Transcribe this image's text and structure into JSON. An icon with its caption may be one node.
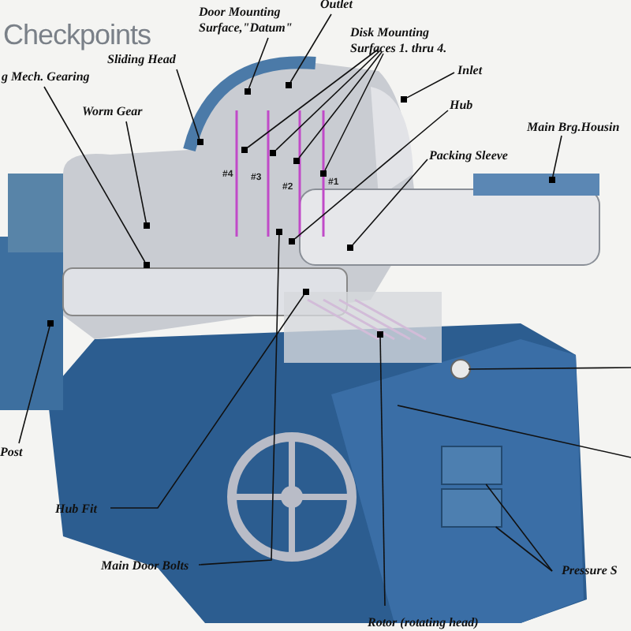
{
  "diagram": {
    "title": "Checkpoints",
    "nodes": [
      {
        "text": [
          "Door Mounting Surface,\"Datum\""
        ]
      },
      {
        "text": [
          "Outlet"
        ]
      },
      {
        "text": [
          "Disk Mounting Surfaces 1. thru 4."
        ]
      },
      {
        "text": [
          "Sliding Head"
        ]
      },
      {
        "text": [
          "g Mech. Gearing"
        ]
      },
      {
        "text": [
          "Worm Gear"
        ]
      },
      {
        "text": [
          "Inlet"
        ]
      },
      {
        "text": [
          "Hub"
        ]
      },
      {
        "text": [
          "Packing Sleeve"
        ]
      },
      {
        "text": [
          "Main Brg.Housin"
        ]
      },
      {
        "text": [
          "Post"
        ]
      },
      {
        "text": [
          "Hub Fit"
        ]
      },
      {
        "text": [
          "Main Door Bolts"
        ]
      },
      {
        "text": [
          "Rotor (rotating head)"
        ]
      },
      {
        "text": [
          "Pressure S"
        ]
      },
      {
        "text": [],
        "shape": "dot"
      },
      {
        "text": [],
        "shape": "dot"
      },
      {
        "text": [],
        "shape": "dot"
      },
      {
        "text": [],
        "shape": "dot"
      },
      {
        "text": [],
        "shape": "dot"
      },
      {
        "text": [],
        "shape": "dot"
      },
      {
        "text": [],
        "shape": "dot"
      },
      {
        "text": [],
        "shape": "dot"
      },
      {
        "text": [],
        "shape": "dot"
      },
      {
        "text": [],
        "shape": "dot"
      },
      {
        "text": [],
        "shape": "dot"
      },
      {
        "text": [],
        "shape": "dot"
      },
      {
        "text": [],
        "shape": "dot"
      },
      {
        "text": [],
        "shape": "dot"
      },
      {
        "text": [],
        "shape": "dot"
      },
      {
        "text": [],
        "shape": "dot"
      },
      {
        "text": [],
        "shape": "dot"
      },
      {
        "text": [],
        "shape": "box"
      },
      {
        "text": [],
        "shape": "box"
      }
    ],
    "edges": [
      {
        "from": 0,
        "to": 15,
        "arrow": "none"
      },
      {
        "from": 1,
        "to": 16,
        "arrow": "none"
      },
      {
        "from": 2,
        "to": 17,
        "arrow": "none"
      },
      {
        "from": 2,
        "to": 18,
        "arrow": "none"
      },
      {
        "from": 2,
        "to": 19,
        "arrow": "none"
      },
      {
        "from": 2,
        "to": 20,
        "arrow": "none"
      },
      {
        "from": 3,
        "to": 21,
        "arrow": "none"
      },
      {
        "from": 4,
        "to": 22,
        "arrow": "none"
      },
      {
        "from": 5,
        "to": 23,
        "arrow": "none"
      },
      {
        "from": 6,
        "to": 24,
        "arrow": "none"
      },
      {
        "from": 7,
        "to": 25,
        "arrow": "none"
      },
      {
        "from": 8,
        "to": 26,
        "arrow": "none"
      },
      {
        "from": 9,
        "to": 27,
        "arrow": "none"
      },
      {
        "from": 10,
        "to": 28,
        "arrow": "none"
      },
      {
        "from": 11,
        "to": 29,
        "arrow": "none"
      },
      {
        "from": 12,
        "to": 30,
        "arrow": "none"
      },
      {
        "from": 13,
        "to": 31,
        "arrow": "none"
      },
      {
        "from": 14,
        "to": 32,
        "arrow": "none"
      },
      {
        "from": 14,
        "to": 33,
        "arrow": "none"
      }
    ],
    "labels": [
      "#4",
      "#3",
      "#2",
      "#1"
    ]
  }
}
